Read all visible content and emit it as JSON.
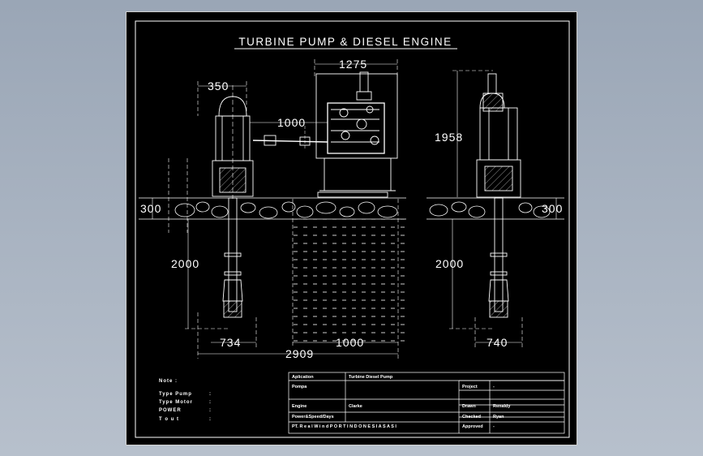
{
  "drawing": {
    "title": "TURBINE PUMP & DIESEL ENGINE",
    "dimensions": {
      "d350": "350",
      "d1275": "1275",
      "d1000_coupling": "1000",
      "d1958": "1958",
      "d300_left": "300",
      "d300_right": "300",
      "d2000_left": "2000",
      "d2000_right": "2000",
      "d734": "734",
      "d1000_base": "1000",
      "d2909": "2909",
      "d740": "740"
    },
    "notes": {
      "heading": "Note :",
      "type_pump": "Type Pump",
      "type_motor": "Type Motor",
      "power": "POWER",
      "tout": "T o u t",
      "colon": ":"
    },
    "title_block": {
      "aplication_label": "Aplication",
      "aplication_value": "Turbine Diesel Pump",
      "pompa_label": "Pompa",
      "project_label": "Project",
      "project_value": "-",
      "engine_label": "Engine",
      "engine_value": "Clarke",
      "drawn_label": "Drawn",
      "drawn_value": "Renaldy",
      "power_label": "Power&Speed/Days",
      "checked_label": "Checked",
      "checked_value": "Ryan",
      "company": "PT. R e a l W i n d P O R T I N D O N E S I A S A S I",
      "approved_label": "Approved",
      "approved_value": "-"
    }
  }
}
